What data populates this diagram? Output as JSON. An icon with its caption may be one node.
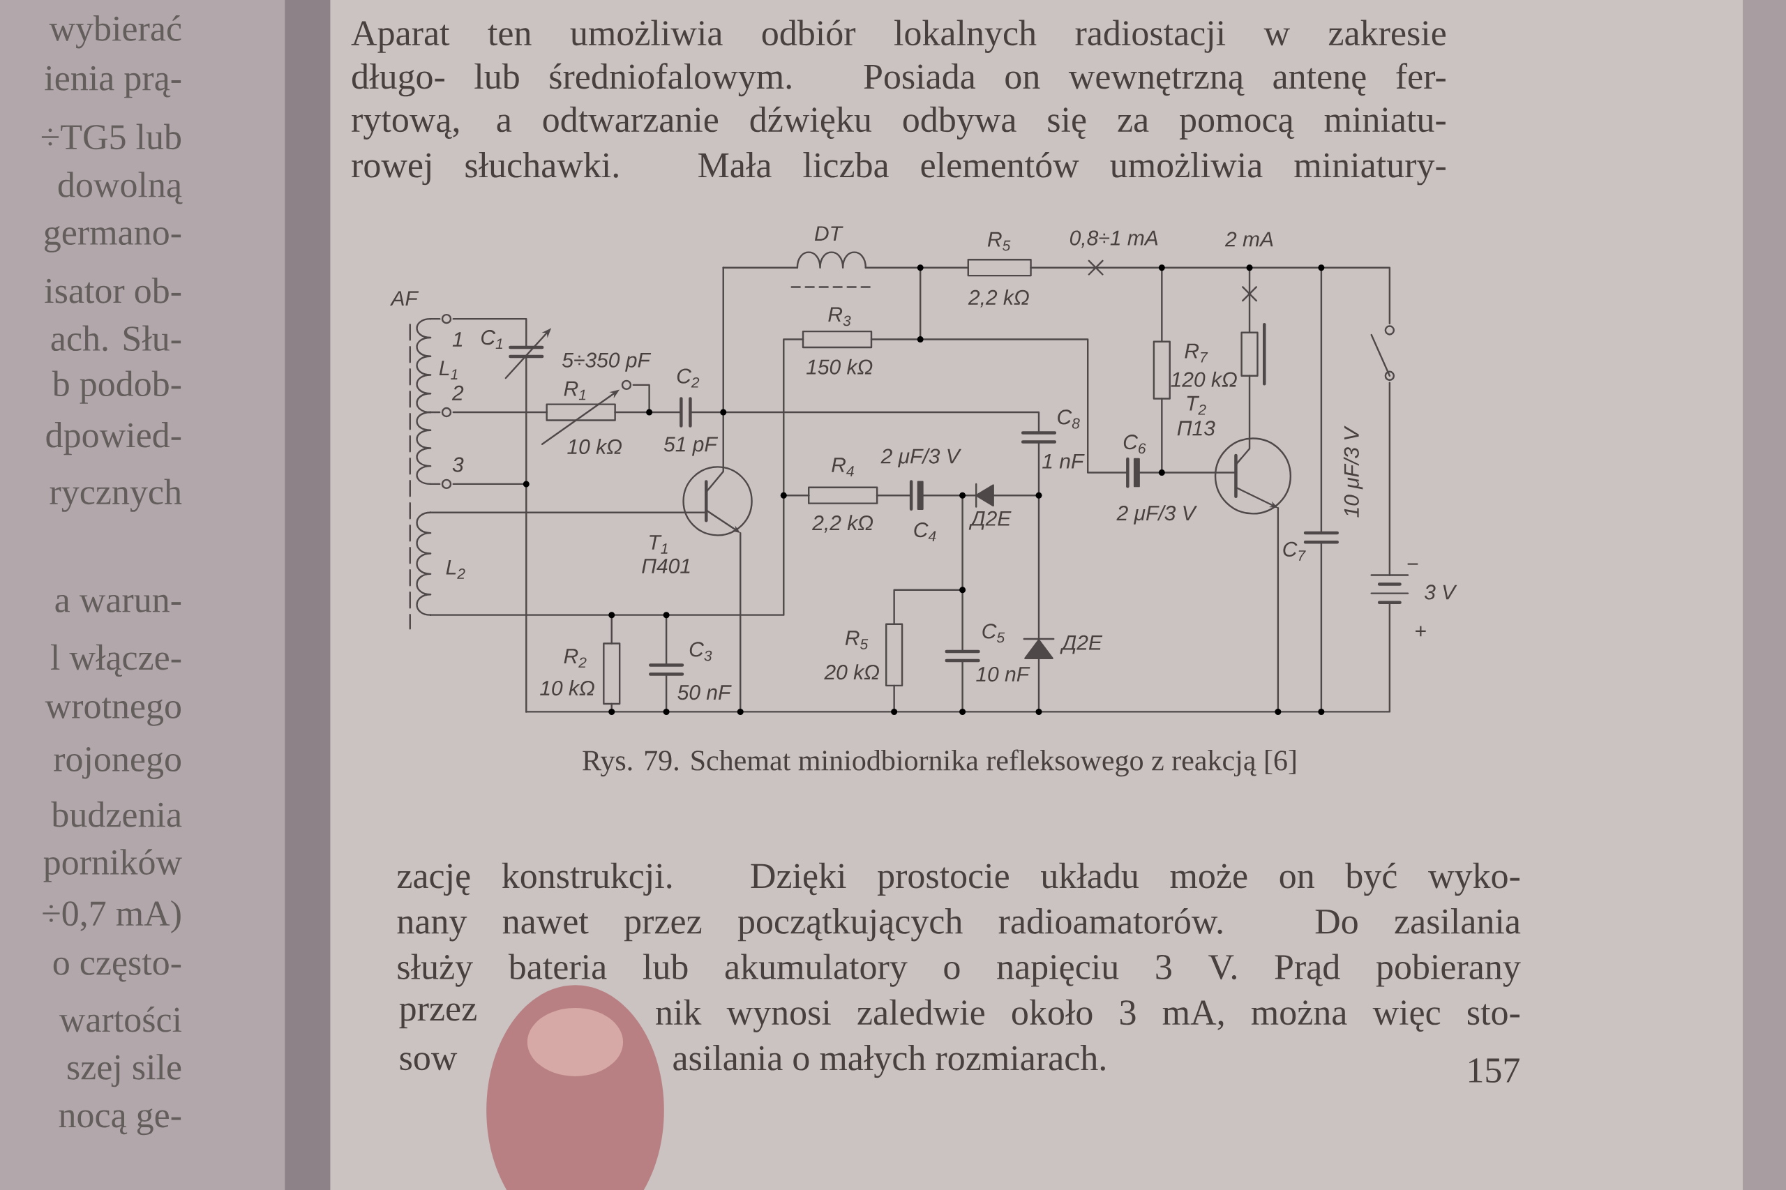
{
  "diagram": {
    "caption": "Rys. 79. Schemat miniodbiornika refleksowego z reakcją [6]",
    "labels": [
      "wybierać",
      "ienia prą-",
      "÷TG5 lub",
      "dowolną",
      "germano-",
      "isator ob-",
      "ach. Słu-",
      "b podob-",
      "dpowied-",
      "rycznych",
      "a warun-",
      "l włącze-",
      "wrotnego",
      "rojonego",
      "budzenia",
      "porników",
      "÷0,7 mA)",
      "o często-",
      "wartości",
      "szej sile",
      "nocą ge-",
      "Aparat ten umożliwia odbiór lokalnych radiostacji w zakresie",
      "długo- lub średniofalowym. Posiada on wewnętrzną antenę fer-",
      "rytową, a odtwarzanie dźwięku odbywa się za pomocą miniatu-",
      "rowej słuchawki. Mała liczba elementów umożliwia miniatury-",
      "DT",
      "R$_{5}$",
      "0,8÷1 mA",
      "2 mA",
      "AF",
      "1",
      "C$_{1}$",
      "R$_{3}$",
      "2,2 kΩ",
      "L$_{1}$",
      "5÷350 pF",
      "150 kΩ",
      "R$_{7}$",
      "R$_{1}$",
      "C$_{2}$",
      "2",
      "120 kΩ",
      "T$_{2}$",
      "П13",
      "C$_{8}$",
      "C$_{6}$",
      "10 kΩ",
      "51 pF",
      "1 nF",
      "2 μF/3 V",
      "R$_{4}$",
      "3",
      "10 μF/3 V",
      "2 μF/3 V",
      "2,2 kΩ",
      "Д2Е",
      "C$_{4}$",
      "T$_{1}$",
      "C$_{7}$",
      "П401",
      "L$_{2}$",
      "−",
      "3 V",
      "R$_{5}$",
      "C$_{5}$",
      "+",
      "Д2Е",
      "C$_{3}$",
      "R$_{2}$",
      "20 kΩ",
      "10 kΩ",
      "10 nF",
      "50 nF",
      "zację konstrukcji. Dzięki prostocie układu może on być wyko-",
      "nany nawet przez początkujących radioamatorów. Do zasilania",
      "służy bateria lub akumulatory o napięciu 3 V. Prąd pobierany",
      "przez",
      "nik wynosi zaledwie około 3 mA, można więc sto-",
      "sow",
      "asilania o małych rozmiarach.",
      "157"
    ]
  }
}
